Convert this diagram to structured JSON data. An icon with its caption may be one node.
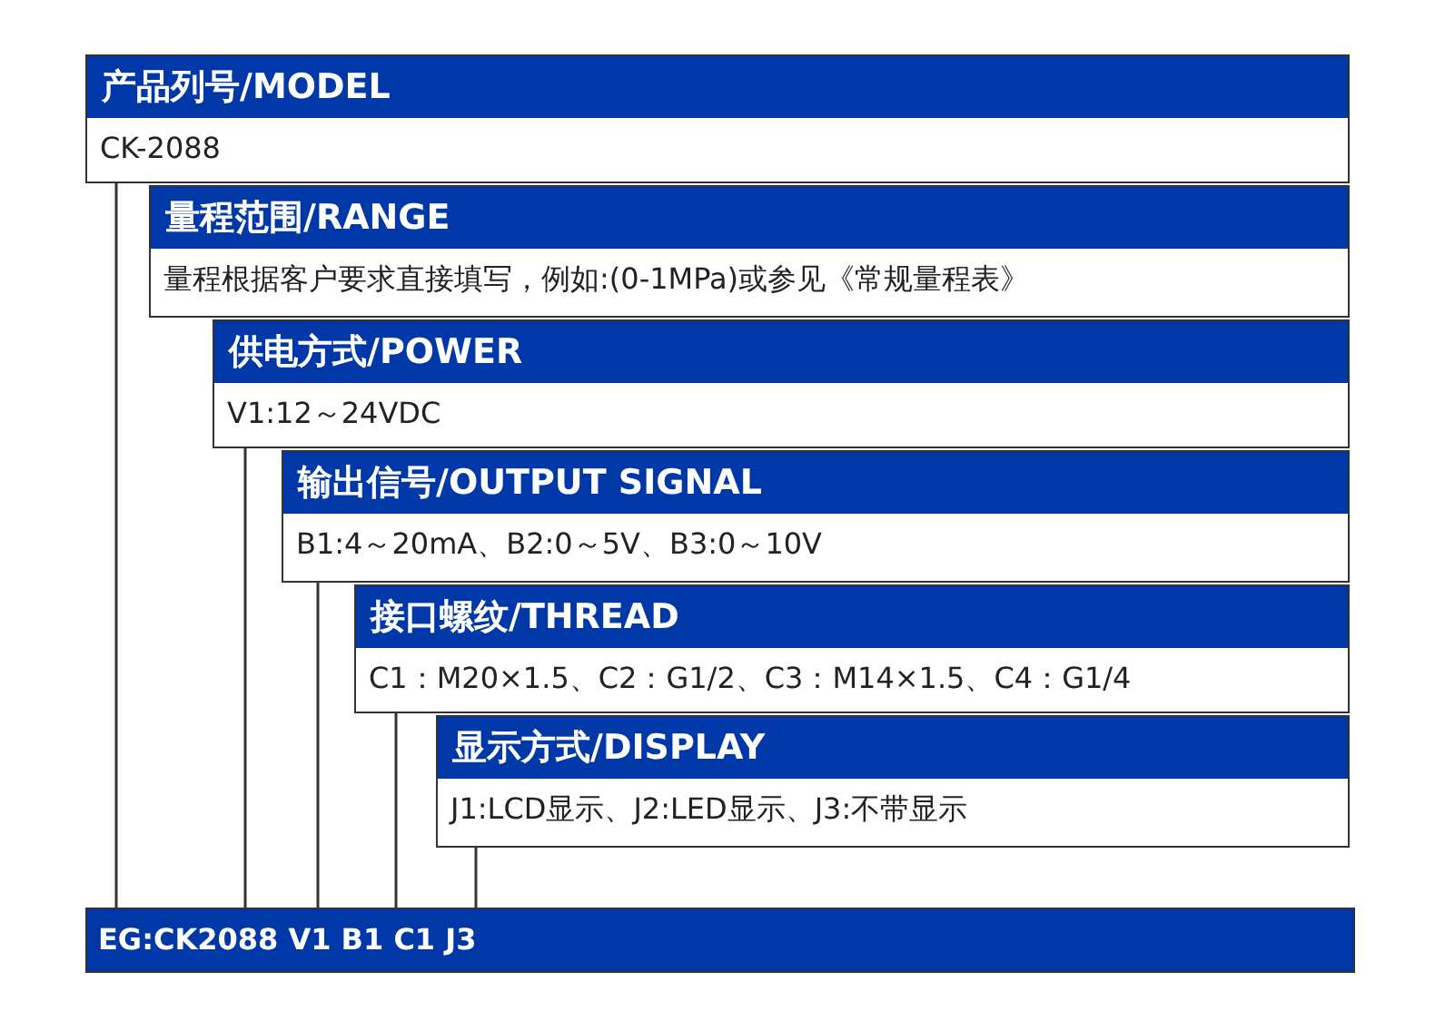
{
  "diagram": {
    "nodes": [
      {
        "text": [
          "产品列号/MODEL",
          "CK-2088"
        ]
      },
      {
        "text": [
          "量程范围/RANGE",
          "量程根据客户要求直接填写，例如:(0-1MPa)或参见《常规量程表》"
        ]
      },
      {
        "text": [
          "供电方式/POWER",
          "V1:12～24VDC"
        ]
      },
      {
        "text": [
          "输出信号/OUTPUT SIGNAL",
          "B1:4～20mA、B2:0～5V、B3:0～10V"
        ]
      },
      {
        "text": [
          "接口螺纹/THREAD",
          "C1：M20×1.5、C2：G1/2、C3：M14×1.5、C4：G1/4"
        ]
      },
      {
        "text": [
          "显示方式/DISPLAY",
          "J1:LCD显示、J2:LED显示、J3:不带显示"
        ]
      },
      {
        "text": [
          "EG:CK2088 V1 B1 C1 J3"
        ]
      }
    ],
    "edges": [
      {
        "from": 0,
        "to": 6,
        "arrow": "none"
      },
      {
        "from": 2,
        "to": 6,
        "arrow": "none"
      },
      {
        "from": 3,
        "to": 6,
        "arrow": "none"
      },
      {
        "from": 4,
        "to": 6,
        "arrow": "none"
      },
      {
        "from": 5,
        "to": 6,
        "arrow": "none"
      }
    ]
  }
}
